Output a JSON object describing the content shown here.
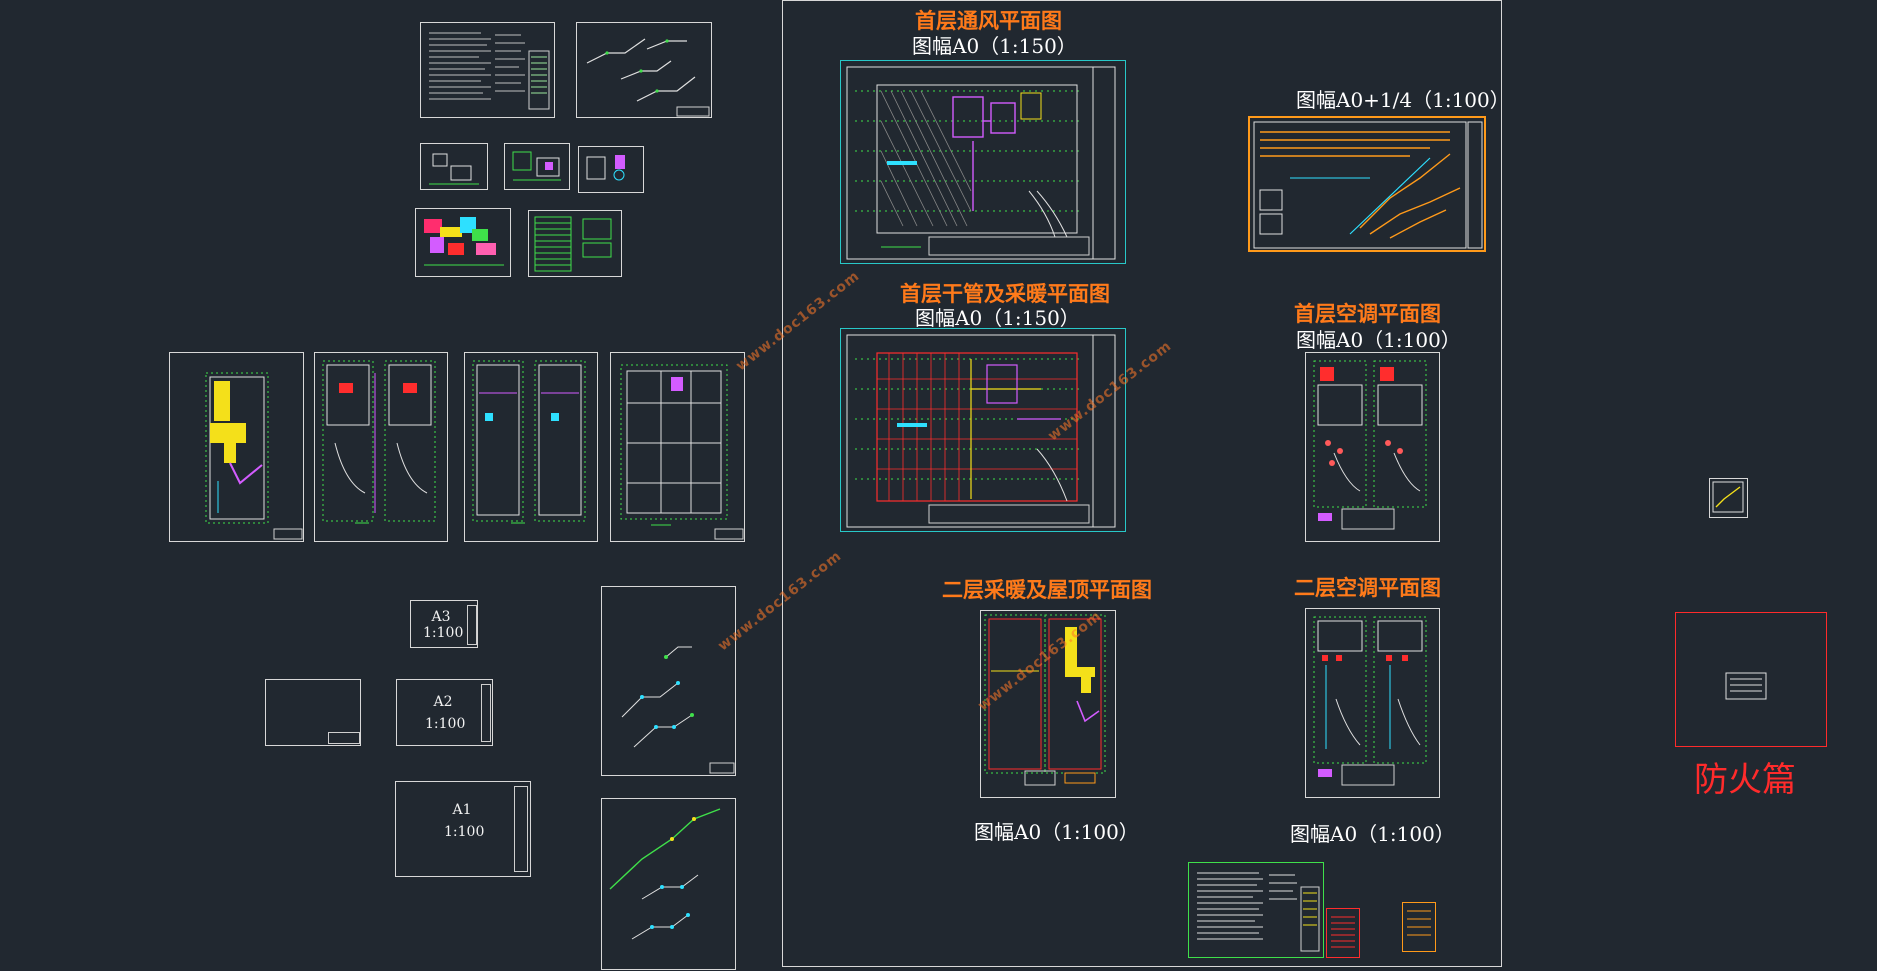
{
  "labels": {
    "vent_plan_title": "首层通风平面图",
    "vent_plan_scale": "图幅A0（1:150）",
    "system_scale": "图幅A0+1/4（1:100）",
    "heating_plan_title": "首层干管及采暖平面图",
    "heating_plan_scale": "图幅A0（1:150）",
    "ac1_title": "首层空调平面图",
    "ac1_scale": "图幅A0（1:100）",
    "floor2_heat_title": "二层采暖及屋顶平面图",
    "floor2_heat_scale": "图幅A0（1:100）",
    "ac2_title": "二层空调平面图",
    "ac2_scale": "图幅A0（1:100）",
    "fire_title": "防火篇"
  },
  "templates": {
    "a3_name": "A3",
    "a3_scale": "1:100",
    "a2_name": "A2",
    "a2_scale": "1:100",
    "a1_name": "A1",
    "a1_scale": "1:100"
  },
  "watermark": "www.doc163.com",
  "colors": {
    "background": "#212830",
    "frame": "#d8d8d8",
    "cyan_frame": "#28c8c8",
    "orange_title": "#ff7a1a",
    "red": "#ff2b2b",
    "grid_green": "#3fe04a",
    "heating_red": "#ff2d2d",
    "duct_yellow": "#f4e01a",
    "duct_magenta": "#d35cff",
    "cyan_line": "#2ee0ff"
  }
}
